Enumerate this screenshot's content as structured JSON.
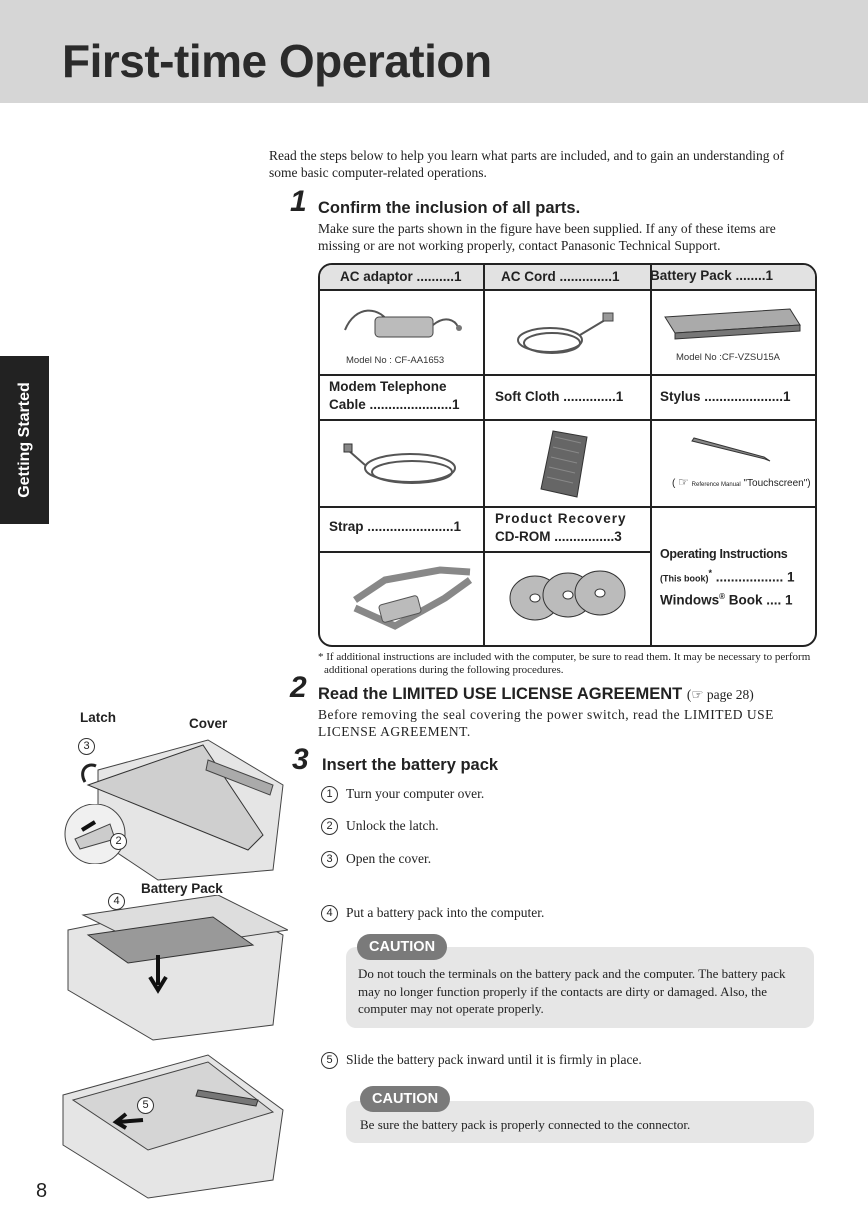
{
  "header": {
    "title": "First-time Operation"
  },
  "side_tab": "Getting Started",
  "intro": "Read the steps below to help you learn what parts are included, and to gain an understanding of some basic computer-related operations.",
  "step1": {
    "num": "1",
    "title": "Confirm the inclusion of all parts.",
    "body": "Make sure the parts shown in the figure have been supplied.  If any of these items are missing or are not working properly, contact Panasonic Technical Support."
  },
  "parts": {
    "ac_adaptor": "AC adaptor ..........1",
    "ac_adaptor_model": "Model No : CF-AA1653",
    "ac_cord": "AC Cord ..............1",
    "battery_pack": "Battery Pack ........1",
    "battery_model": "Model No :CF-VZSU15A",
    "modem_line1": "Modem Telephone",
    "modem_line2": "Cable ......................1",
    "soft_cloth": "Soft Cloth ..............1",
    "stylus": "Stylus .....................1",
    "stylus_ref_open": "(",
    "stylus_ref_small": "Reference Manual",
    "stylus_ref_text": "\"Touchscreen\")",
    "strap": "Strap .......................1",
    "recovery_line1": "Product  Recovery",
    "recovery_line2": "CD-ROM ................3",
    "op_instr": "Operating Instructions",
    "op_instr_sub": "(This book)",
    "op_instr_star": "*",
    "op_instr_dots": " .................. 1",
    "windows_book_a": "Windows",
    "windows_book_reg": "®",
    "windows_book_b": " Book .... 1"
  },
  "footnote": "* If additional instructions are included with the computer, be sure to read them. It may be necessary to perform additional operations during the following procedures.",
  "step2": {
    "num": "2",
    "title": "Read the LIMITED USE LICENSE AGREEMENT",
    "ref_open": "(",
    "ref_page": " page 28)",
    "body": "Before removing the seal covering the power switch, read the LIMITED USE LICENSE AGREEMENT."
  },
  "step3": {
    "num": "3",
    "title": "Insert the battery pack",
    "sub": [
      {
        "n": "1",
        "text": "Turn your computer over."
      },
      {
        "n": "2",
        "text": "Unlock the latch."
      },
      {
        "n": "3",
        "text": "Open the cover."
      },
      {
        "n": "4",
        "text": "Put a battery pack into the computer."
      },
      {
        "n": "5",
        "text": "Slide the battery pack inward until it is firmly in place."
      }
    ],
    "caution1": {
      "tag": "CAUTION",
      "text": "Do not touch the terminals on the battery pack and the computer.  The battery pack may no longer function properly if the contacts are dirty or damaged.  Also, the computer may not operate properly."
    },
    "caution2": {
      "tag": "CAUTION",
      "text": "Be sure the battery pack is properly connected to the connector."
    }
  },
  "figure": {
    "latch": "Latch",
    "cover": "Cover",
    "battery_pack": "Battery Pack",
    "c2": "2",
    "c3": "3",
    "c4": "4",
    "c5": "5"
  },
  "page_number": "8"
}
